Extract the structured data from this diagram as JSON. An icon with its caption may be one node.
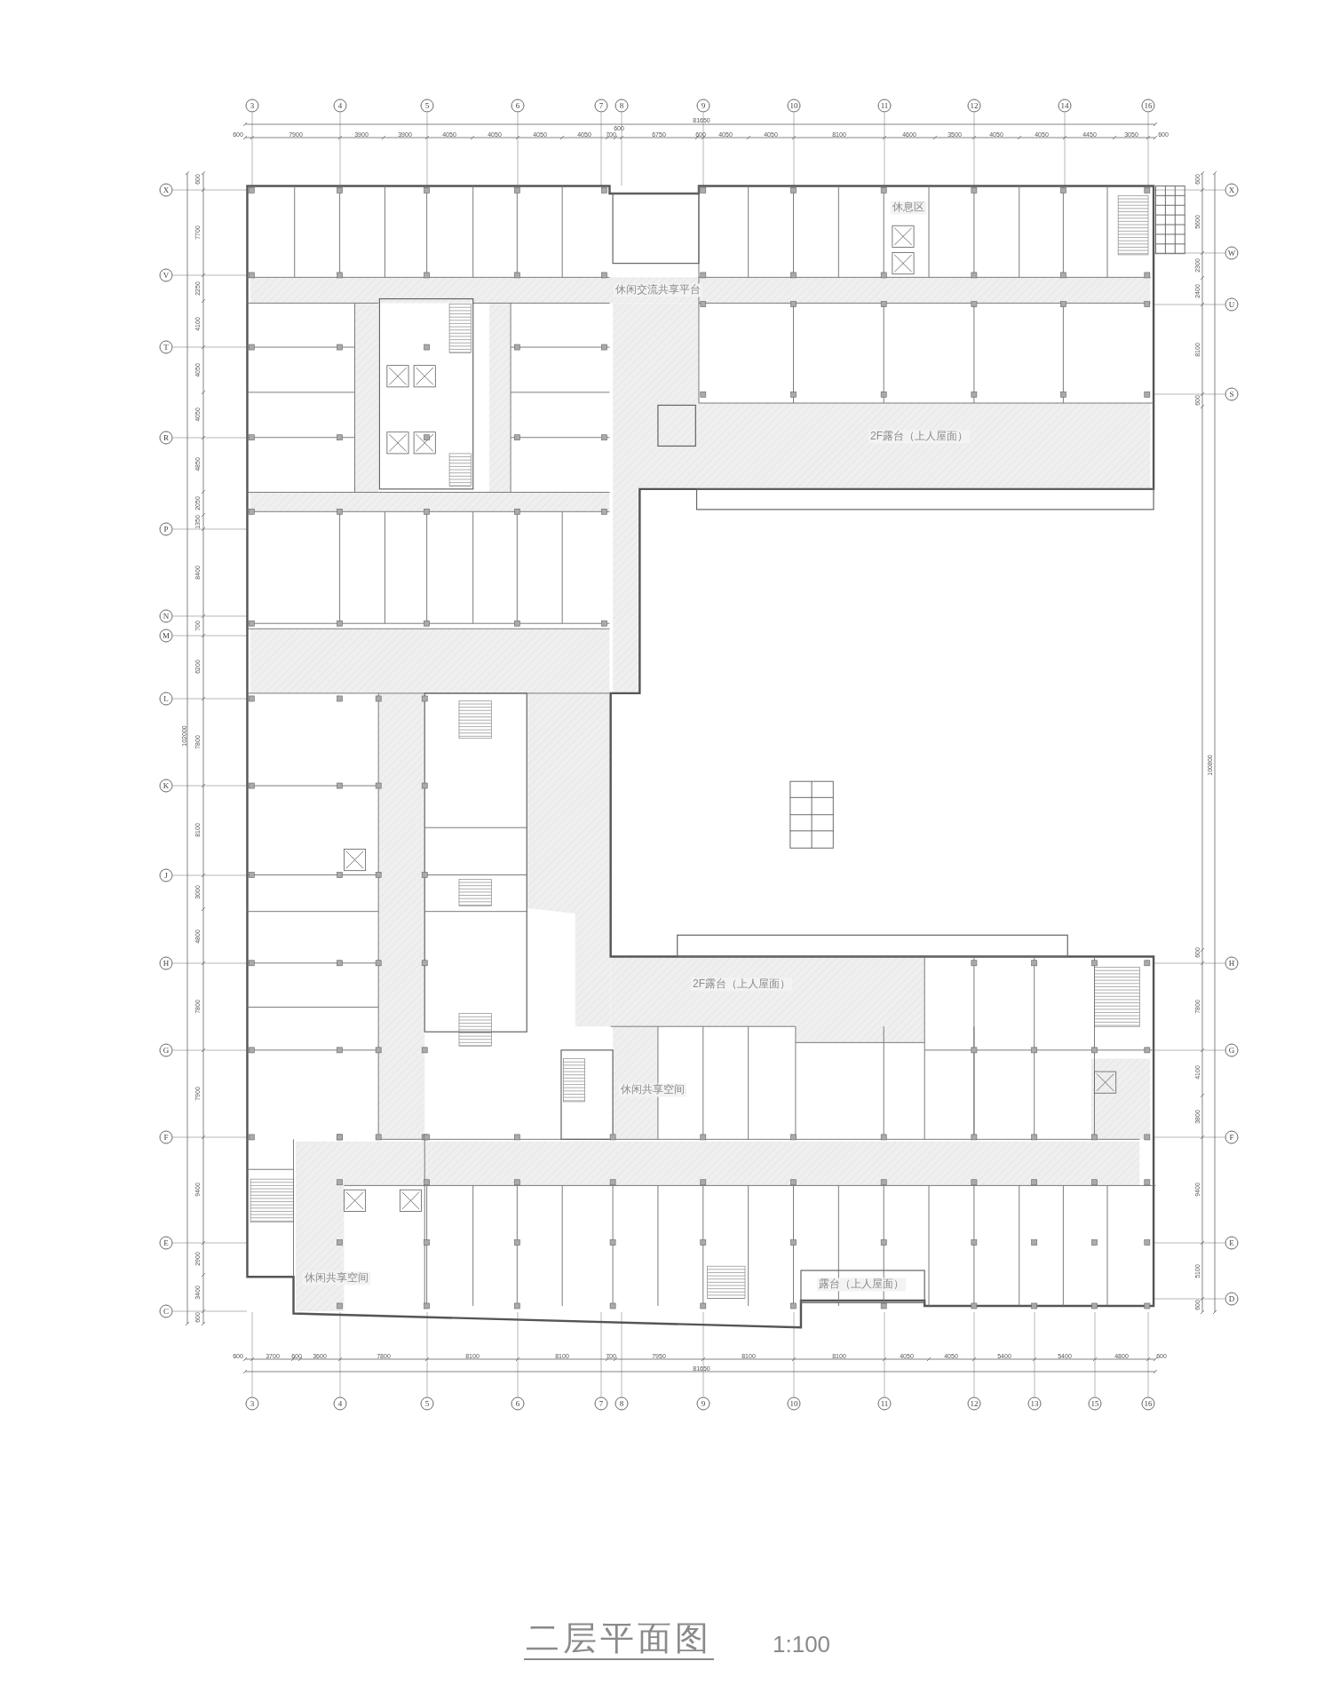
{
  "diagram": {
    "title": "二层平面图",
    "labels": [
      "3",
      "4",
      "5",
      "6",
      "7",
      "8",
      "9",
      "10",
      "11",
      "12",
      "14",
      "16",
      "81650",
      "600",
      "7900",
      "3900",
      "3900",
      "4050",
      "4050",
      "4050",
      "4050",
      "700",
      "600",
      "6750",
      "600",
      "4050",
      "4050",
      "8100",
      "4600",
      "3500",
      "4050",
      "4050",
      "4450",
      "3050",
      "600",
      "X",
      "V",
      "T",
      "R",
      "P",
      "N",
      "M",
      "L",
      "K",
      "J",
      "H",
      "G",
      "F",
      "E",
      "C",
      "102000",
      "600",
      "7700",
      "2250",
      "4100",
      "4050",
      "4050",
      "4850",
      "2050",
      "1350",
      "8400",
      "700",
      "6200",
      "7800",
      "8100",
      "3000",
      "4800",
      "7800",
      "7900",
      "9400",
      "2900",
      "3400",
      "600",
      "休息区",
      "休闲交流共享平台",
      "2F露台（上人屋面）",
      "2F露台（上人屋面）",
      "休闲共享空间",
      "休闲共享空间",
      "露台（上人屋面）",
      "X",
      "W",
      "U",
      "S",
      "H",
      "G",
      "F",
      "E",
      "D",
      "100800",
      "600",
      "5600",
      "2300",
      "2400",
      "8100",
      "600",
      "600",
      "7800",
      "4100",
      "3800",
      "9400",
      "5100",
      "600",
      "600",
      "3700",
      "600",
      "3600",
      "7800",
      "8100",
      "8100",
      "700",
      "7950",
      "8100",
      "8100",
      "4050",
      "4050",
      "5400",
      "5400",
      "4800",
      "600",
      "81650",
      "3",
      "4",
      "5",
      "6",
      "7",
      "8",
      "9",
      "10",
      "11",
      "12",
      "13",
      "15",
      "16",
      "1:100"
    ]
  }
}
